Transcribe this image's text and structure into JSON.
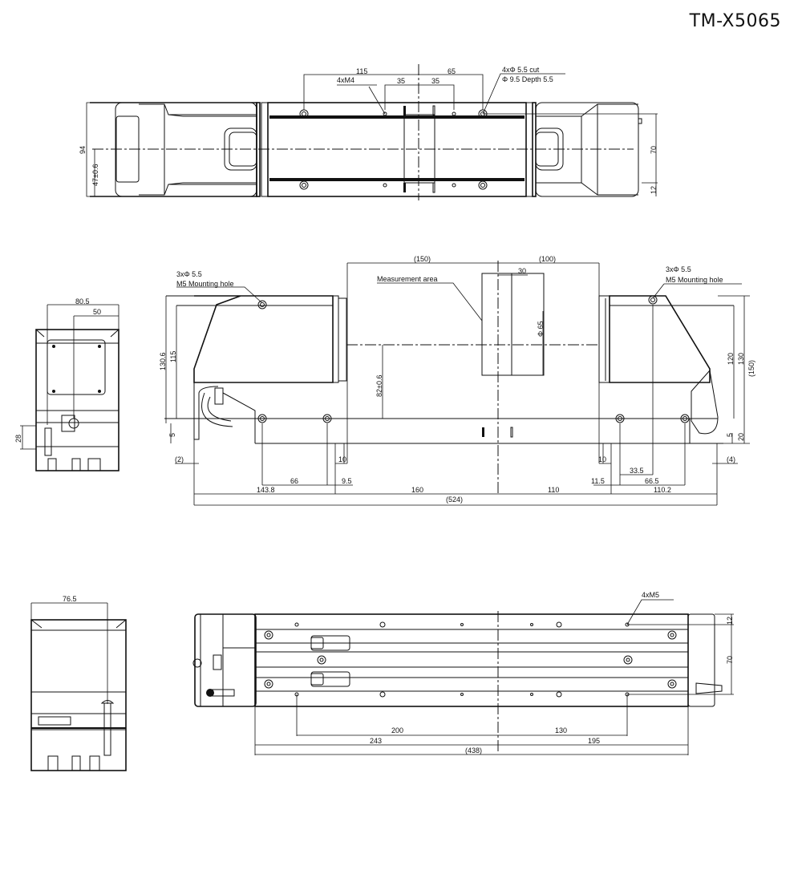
{
  "title": "TM-X5065",
  "top_view": {
    "dims": {
      "d115": "115",
      "d65": "65",
      "d35a": "35",
      "d35b": "35",
      "d94": "94",
      "d47": "47±0.6",
      "d70": "70",
      "d12": "12"
    },
    "callouts": {
      "m4": "4xM4",
      "cut_line1": "4xΦ 5.5 cut",
      "cut_line2": "Φ 9.5 Depth 5.5"
    }
  },
  "front_view": {
    "callouts": {
      "left_line1": "3xΦ 5.5",
      "left_line2": "M5 Mounting hole",
      "right_line1": "3xΦ 5.5",
      "right_line2": "M5 Mounting hole",
      "measurement_area": "Measurement area"
    },
    "dims": {
      "d150p": "(150)",
      "d100p": "(100)",
      "d30": "30",
      "phi65": "Φ 65",
      "d130_6": "130.6",
      "d115": "115",
      "d82": "82±0.6",
      "d5l": "5",
      "d120": "120",
      "d130": "130",
      "d150r": "(150)",
      "d5r": "5",
      "d20": "20",
      "d2p": "(2)",
      "d10l": "10",
      "d66": "66",
      "d9_5": "9.5",
      "d143_8": "143.8",
      "d160": "160",
      "d110": "110",
      "d10r": "10",
      "d11_5": "11.5",
      "d33_5": "33.5",
      "d66_5": "66.5",
      "d110_2": "110.2",
      "d4p": "(4)",
      "d524": "(524)"
    }
  },
  "side_view_top": {
    "dims": {
      "d80_5": "80.5",
      "d50": "50",
      "d28": "28"
    }
  },
  "side_view_bottom": {
    "dims": {
      "d76_5": "76.5"
    }
  },
  "bottom_view": {
    "callouts": {
      "m5": "4xM5"
    },
    "dims": {
      "d12": "12",
      "d70": "70",
      "d200": "200",
      "d130": "130",
      "d243": "243",
      "d195": "195",
      "d438": "(438)"
    }
  }
}
